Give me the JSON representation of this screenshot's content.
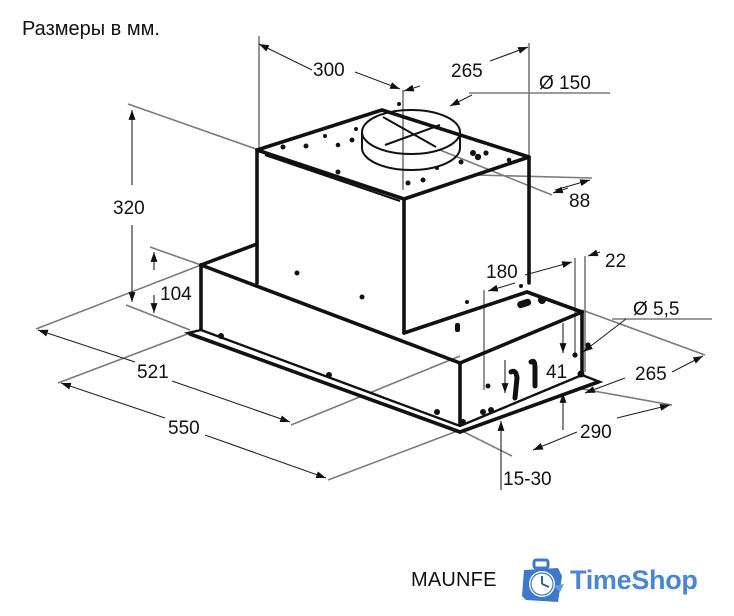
{
  "title": "Размеры в мм.",
  "diagram": {
    "subject": "Built-in cooker hood dimensional drawing",
    "units": "mm",
    "dimensions": {
      "top_width": "300",
      "top_depth": "265",
      "duct_diameter": "Ø  150",
      "duct_offset": "88",
      "total_height": "320",
      "base_height": "104",
      "inner_width": "521",
      "outer_width": "550",
      "hole_spacing": "180",
      "edge_offset": "22",
      "hole_diameter": "Ø  5,5",
      "hole_height": "41",
      "inner_depth": "265",
      "outer_depth": "290",
      "panel_range": "15-30"
    }
  },
  "footer": {
    "brand": "MAUNFE",
    "shop_name": "TimeShop",
    "shop_color": "#4a86d4"
  }
}
